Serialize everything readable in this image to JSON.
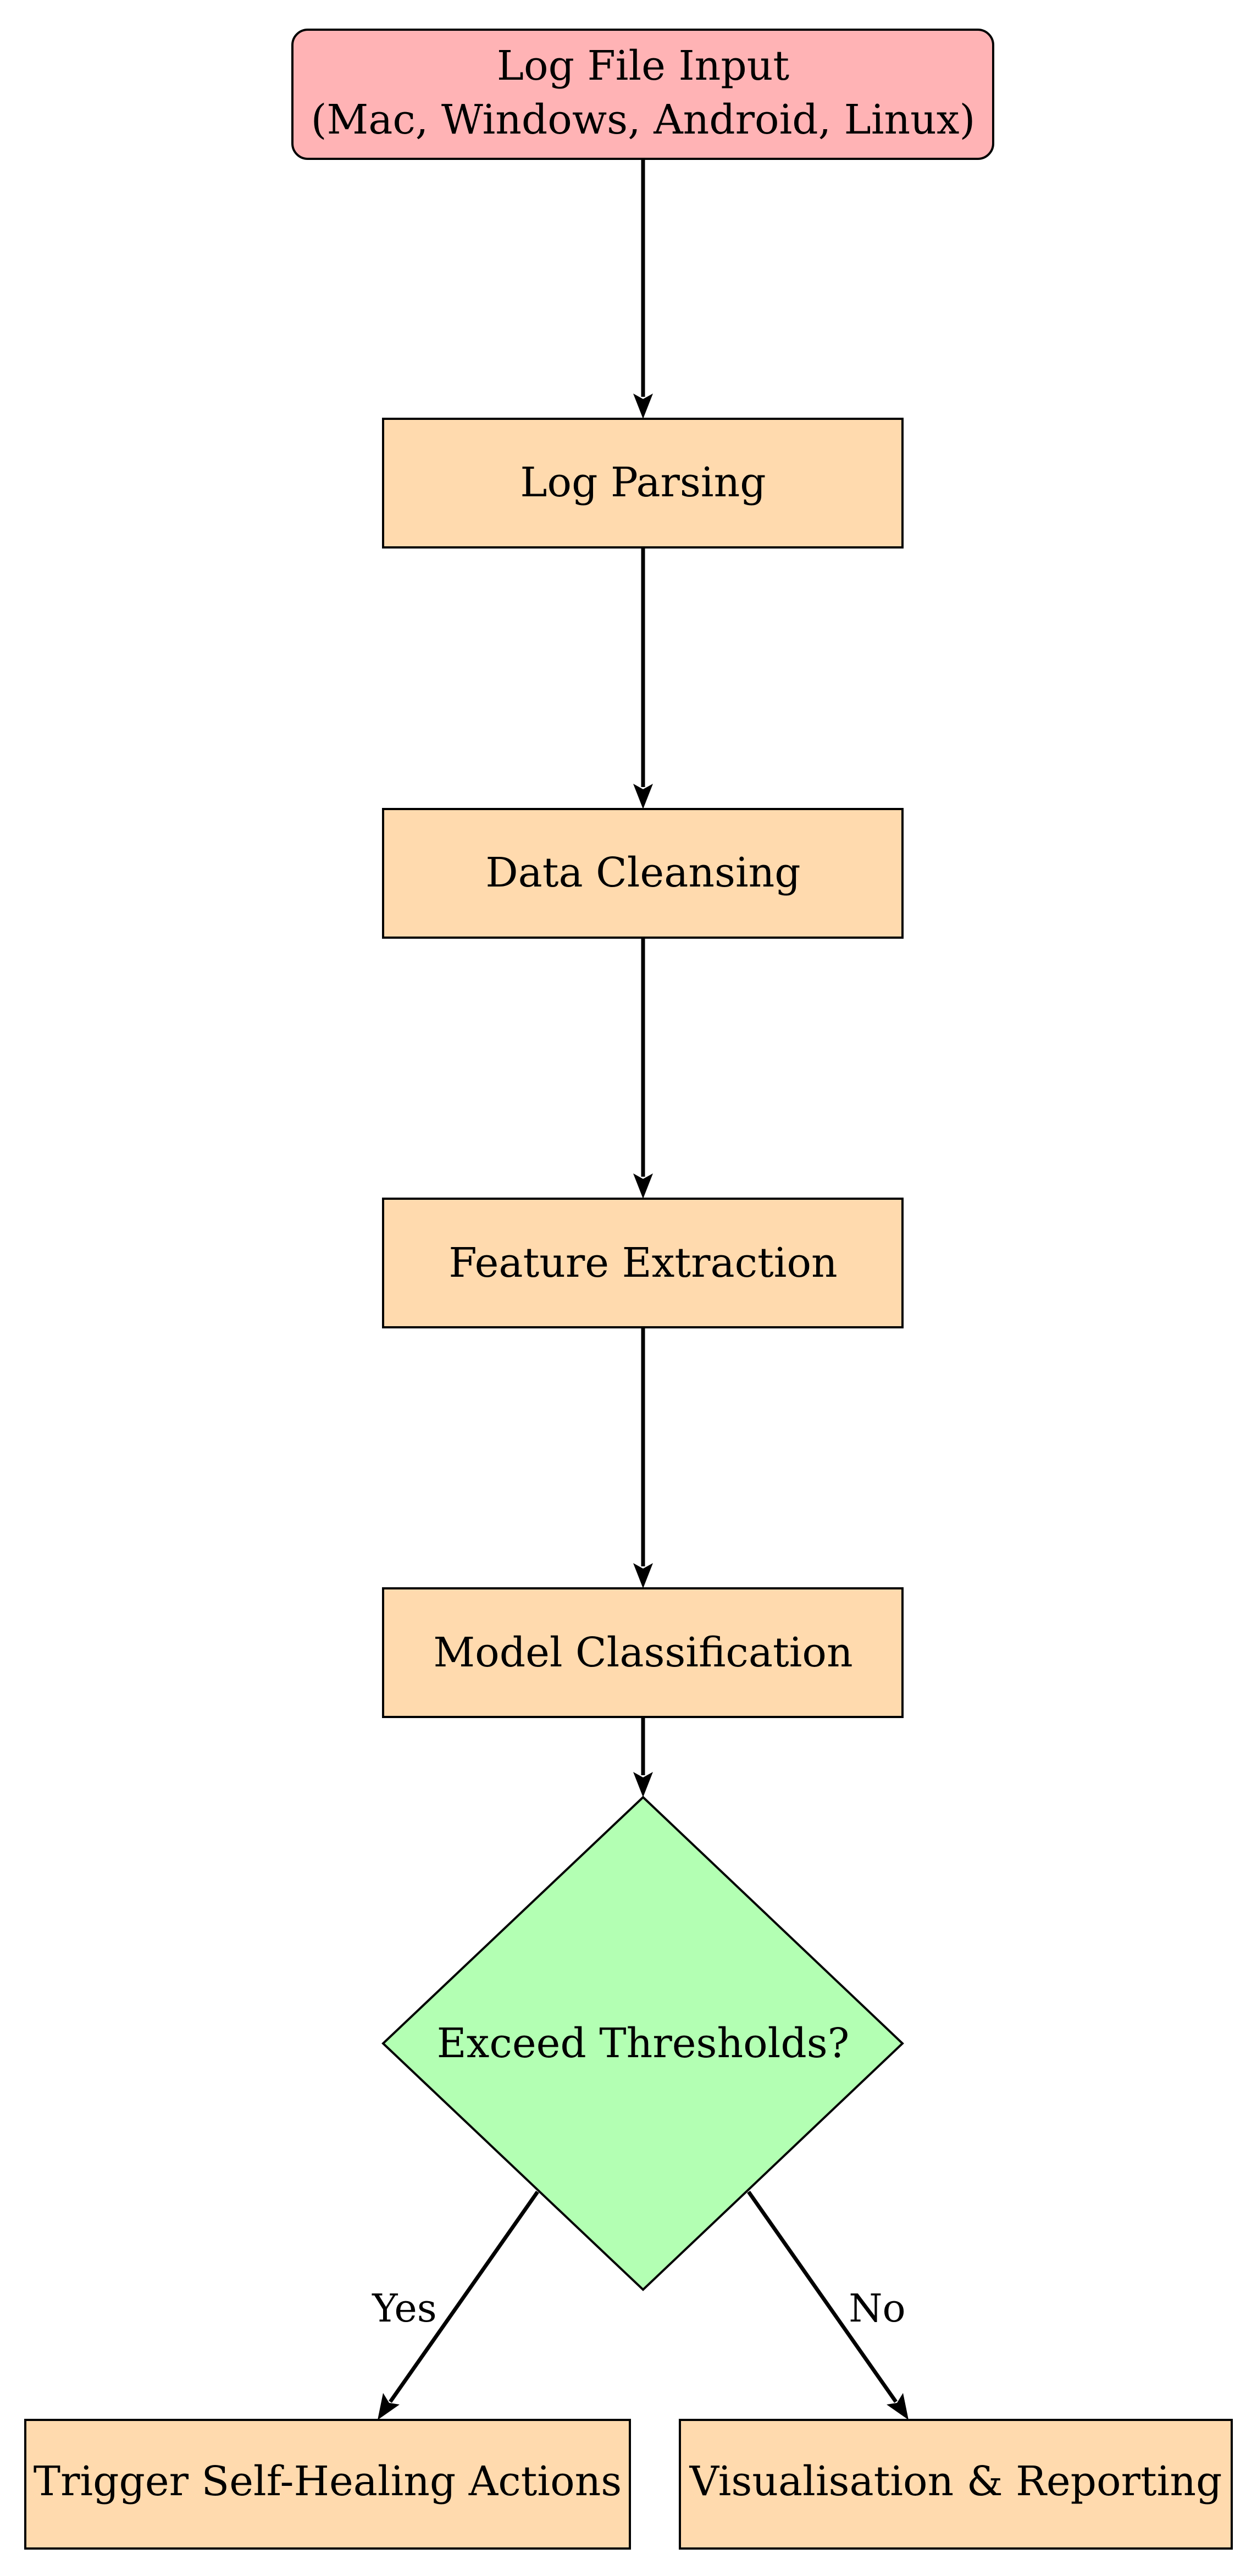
{
  "colors": {
    "input_fill": "#ffb3b5",
    "process_fill": "#ffdaae",
    "decision_fill": "#b3ffb3",
    "stroke": "#000000"
  },
  "nodes": {
    "input_line1": "Log File Input",
    "input_line2": "(Mac, Windows, Android, Linux)",
    "parsing": "Log Parsing",
    "cleansing": "Data Cleansing",
    "extraction": "Feature Extraction",
    "classification": "Model Classification",
    "decision": "Exceed Thresholds?",
    "healing": "Trigger Self-Healing Actions",
    "reporting": "Visualisation & Reporting"
  },
  "edges": {
    "yes_label": "Yes",
    "no_label": "No"
  }
}
